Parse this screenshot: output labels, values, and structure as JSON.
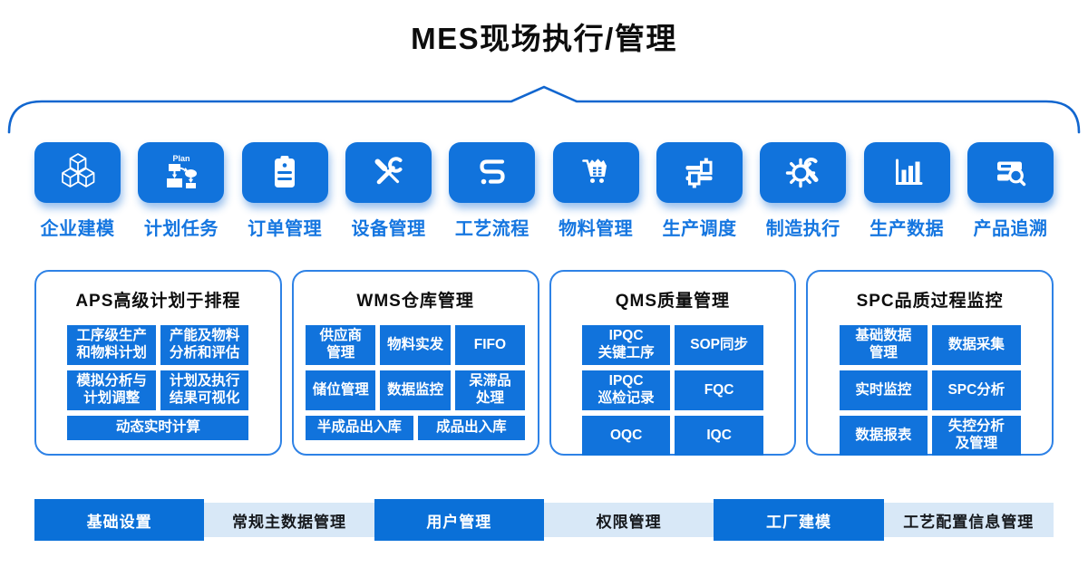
{
  "page_title": "MES现场执行/管理",
  "palette": {
    "tile_blue": "#1173dc",
    "label_blue": "#1576e0",
    "cell_blue": "#1173dc",
    "panel_border": "#2e82e6",
    "brace_blue": "#1166cf",
    "footer_dark": "#0a70d8",
    "footer_light": "#d8e8f7"
  },
  "modules": [
    {
      "label": "企业建模",
      "icon": "cubes-icon"
    },
    {
      "label": "计划任务",
      "icon": "plan-flowchart-icon"
    },
    {
      "label": "订单管理",
      "icon": "clipboard-icon"
    },
    {
      "label": "设备管理",
      "icon": "tools-icon"
    },
    {
      "label": "工艺流程",
      "icon": "process-flow-icon"
    },
    {
      "label": "物料管理",
      "icon": "cart-icon"
    },
    {
      "label": "生产调度",
      "icon": "sliders-icon"
    },
    {
      "label": "制造执行",
      "icon": "gear-wrench-icon"
    },
    {
      "label": "生产数据",
      "icon": "bar-chart-icon"
    },
    {
      "label": "产品追溯",
      "icon": "search-document-icon"
    }
  ],
  "panels": [
    {
      "name": "aps",
      "title": "APS高级计划于排程",
      "rows": [
        {
          "cells": [
            {
              "text": "工序级生产\n和物料计划"
            },
            {
              "text": "产能及物料\n分析和评估"
            }
          ]
        },
        {
          "cells": [
            {
              "text": "模拟分析与\n计划调整"
            },
            {
              "text": "计划及执行\n结果可视化"
            }
          ]
        },
        {
          "slim": true,
          "cells": [
            {
              "text": "动态实时计算",
              "span": 2
            }
          ]
        }
      ]
    },
    {
      "name": "wms",
      "title": "WMS仓库管理",
      "rows": [
        {
          "cells": [
            {
              "text": "供应商\n管理"
            },
            {
              "text": "物料实发"
            },
            {
              "text": "FIFO"
            }
          ]
        },
        {
          "cells": [
            {
              "text": "储位管理"
            },
            {
              "text": "数据监控"
            },
            {
              "text": "呆滞品\n处理"
            }
          ]
        },
        {
          "slim": true,
          "cells": [
            {
              "text": "半成品出入库"
            },
            {
              "text": "成品出入库"
            }
          ]
        }
      ]
    },
    {
      "name": "qms",
      "title": "QMS质量管理",
      "rows": [
        {
          "cells": [
            {
              "text": "IPQC\n关键工序"
            },
            {
              "text": "SOP同步"
            }
          ]
        },
        {
          "cells": [
            {
              "text": "IPQC\n巡检记录"
            },
            {
              "text": "FQC"
            }
          ]
        },
        {
          "cells": [
            {
              "text": "OQC"
            },
            {
              "text": "IQC"
            }
          ]
        }
      ]
    },
    {
      "name": "spc",
      "title": "SPC品质过程监控",
      "rows": [
        {
          "cells": [
            {
              "text": "基础数据\n管理"
            },
            {
              "text": "数据采集"
            }
          ]
        },
        {
          "cells": [
            {
              "text": "实时监控"
            },
            {
              "text": "SPC分析"
            }
          ]
        },
        {
          "cells": [
            {
              "text": "数据报表"
            },
            {
              "text": "失控分析\n及管理"
            }
          ]
        }
      ]
    }
  ],
  "footer": [
    {
      "label": "基础设置",
      "emphasis": true
    },
    {
      "label": "常规主数据管理",
      "emphasis": false
    },
    {
      "label": "用户管理",
      "emphasis": true
    },
    {
      "label": "权限管理",
      "emphasis": false
    },
    {
      "label": "工厂建模",
      "emphasis": true
    },
    {
      "label": "工艺配置信息管理",
      "emphasis": false
    }
  ]
}
